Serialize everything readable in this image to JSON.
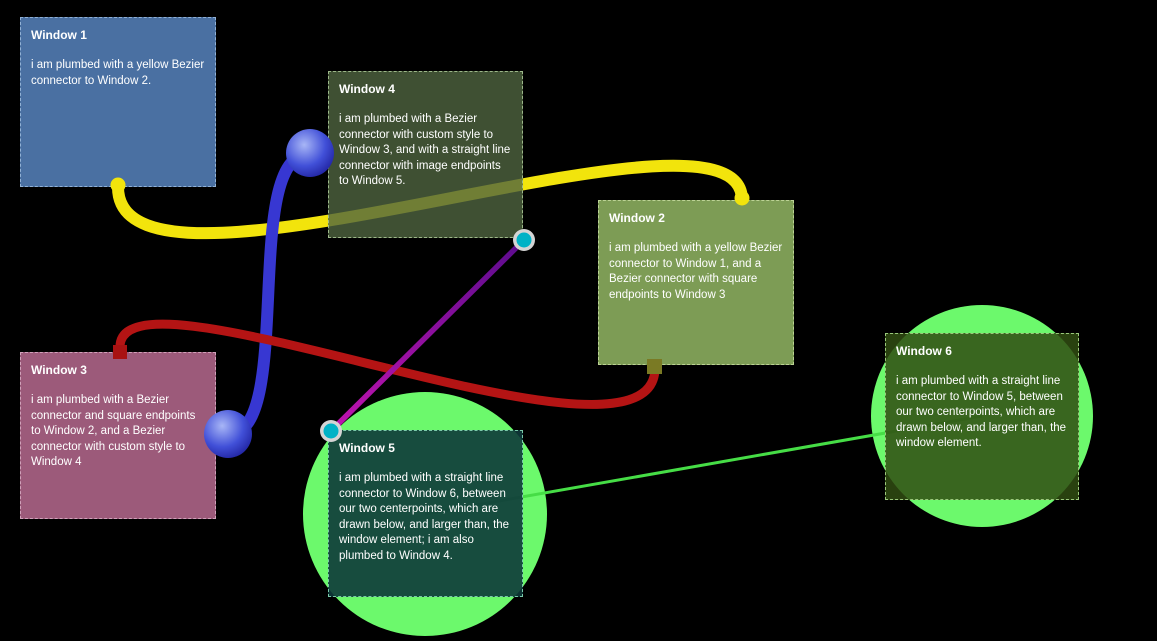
{
  "page": {
    "background": "#000000"
  },
  "windows": [
    {
      "id": "window1",
      "title": "Window 1",
      "body": "i am plumbed with a yellow Bezier connector to Window 2.",
      "color": "#4a70a2"
    },
    {
      "id": "window2",
      "title": "Window 2",
      "body": "i am plumbed with a yellow Bezier connector to Window 1, and a Bezier connector with square endpoints to Window 3",
      "color": "#7d9c55"
    },
    {
      "id": "window3",
      "title": "Window 3",
      "body": "i am plumbed with a Bezier connector and square endpoints to Window 2, and a Bezier connector with custom style to Window 4",
      "color": "#9c5a7a"
    },
    {
      "id": "window4",
      "title": "Window 4",
      "body": "i am plumbed with a Bezier connector with custom style to Window 3, and with a straight line connector with image endpoints to Window 5.",
      "color": "#3f5033"
    },
    {
      "id": "window5",
      "title": "Window 5",
      "body": "i am plumbed with a straight line connector to Window 6, between our two centerpoints, which are drawn below, and larger than, the window element; i am also plumbed to Window 4.",
      "color": "#12433c"
    },
    {
      "id": "window6",
      "title": "Window 6",
      "body": "i am plumbed with a straight line connector to Window 5, between our two centerpoints, which are drawn below, and larger than, the window element.",
      "color": "#2f4a17"
    }
  ],
  "connectors": {
    "yellow_bezier": {
      "from": "Window 1",
      "to": "Window 2",
      "type": "bezier",
      "color": "#f2e40c"
    },
    "red_bezier": {
      "from": "Window 3",
      "to": "Window 2",
      "type": "bezier",
      "endpoint": "square",
      "color": "#b41414"
    },
    "blue_bezier": {
      "from": "Window 4",
      "to": "Window 3",
      "type": "bezier-custom-style",
      "endpoint": "ball",
      "color": "#3737d2"
    },
    "purple_line": {
      "from": "Window 4",
      "to": "Window 5",
      "type": "straight",
      "endpoint": "image",
      "color_start": "#5c0c8e",
      "color_end": "#c013ae"
    },
    "green_line": {
      "from": "Window 5",
      "to": "Window 6",
      "type": "straight",
      "color": "#46dd46"
    },
    "centerpoint_circle_color": "#6cf96c"
  },
  "endpoints": {
    "yellow_dot": "#f2e40c",
    "red_square": "#a81212",
    "olive_square": "#7a7a24",
    "ball_highlight": "#a8b6f6",
    "ball_mid": "#4150d8",
    "ball_edge": "#191994",
    "image_dot_inner": "#00b2c6",
    "image_dot_ring": "#d4d4d4"
  }
}
